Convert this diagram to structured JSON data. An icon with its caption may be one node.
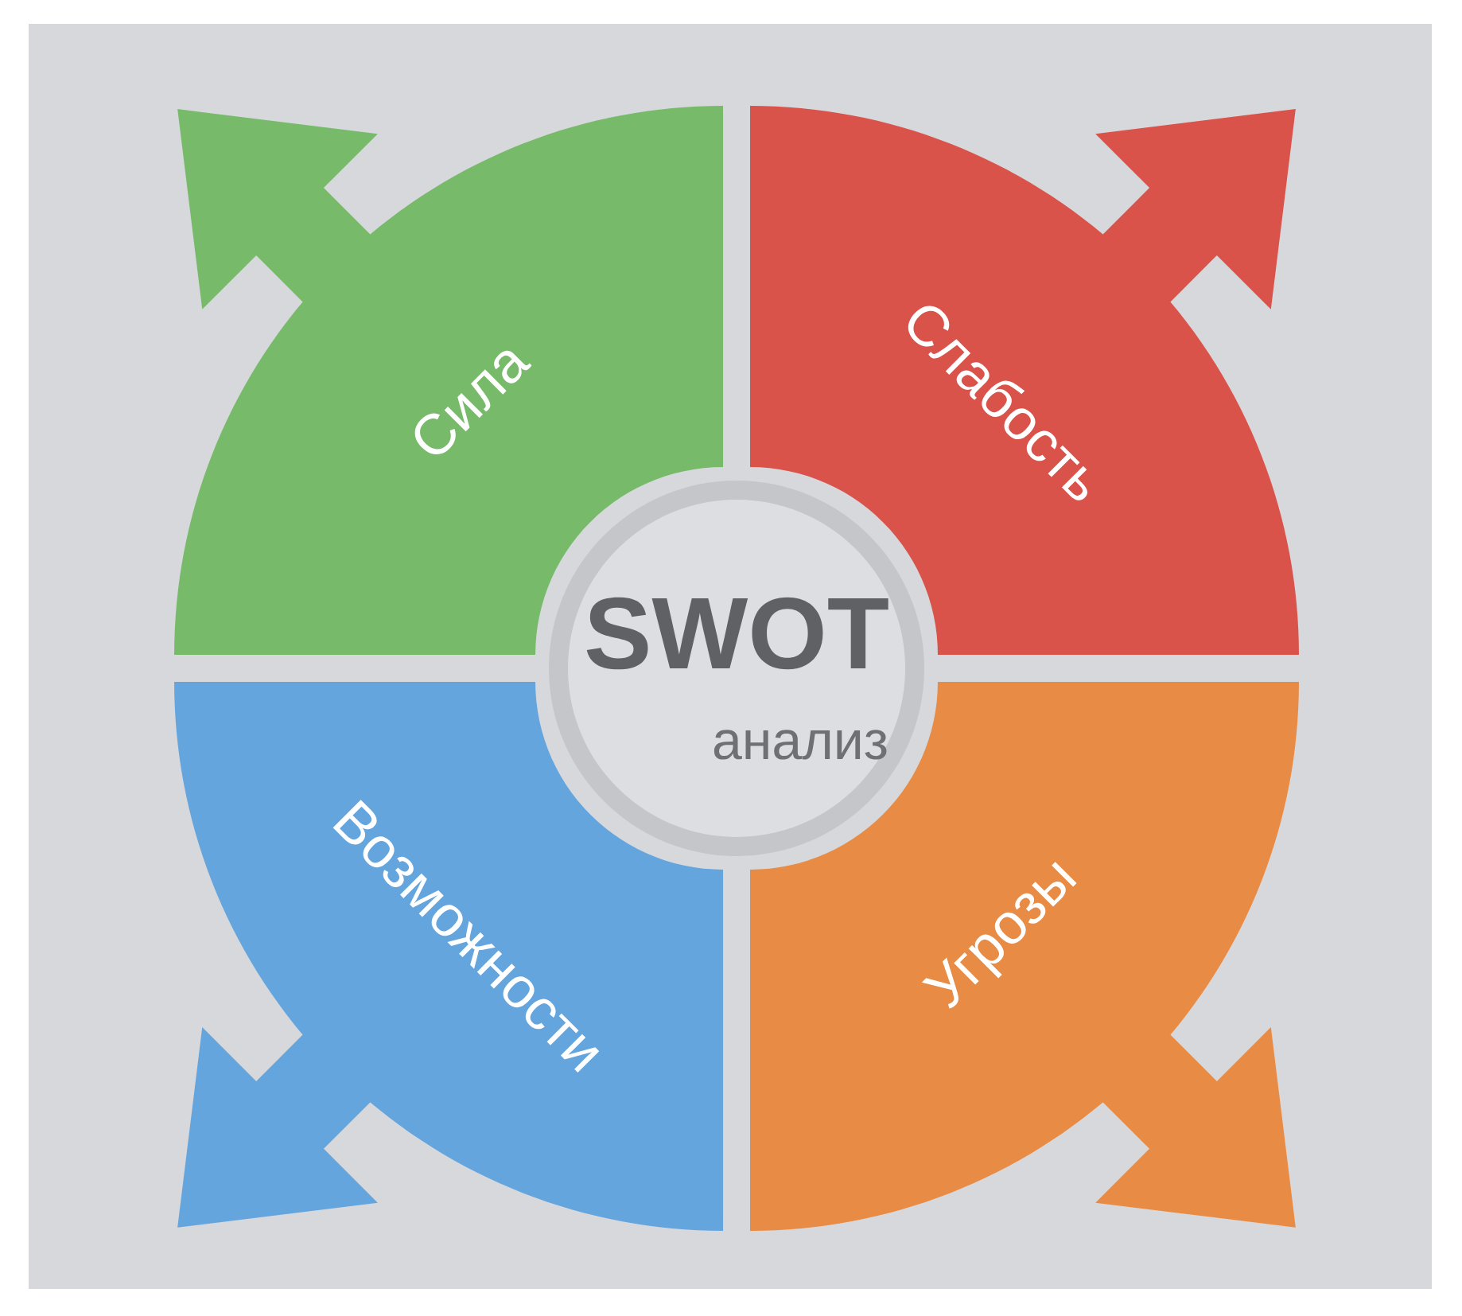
{
  "diagram": {
    "nodes": [
      {
        "text": [
          "SWOT",
          "анализ"
        ]
      },
      {
        "text": [
          "Сила"
        ]
      },
      {
        "text": [
          "Слабость"
        ]
      },
      {
        "text": [
          "Возможности"
        ]
      },
      {
        "text": [
          "Угрозы"
        ]
      }
    ]
  }
}
